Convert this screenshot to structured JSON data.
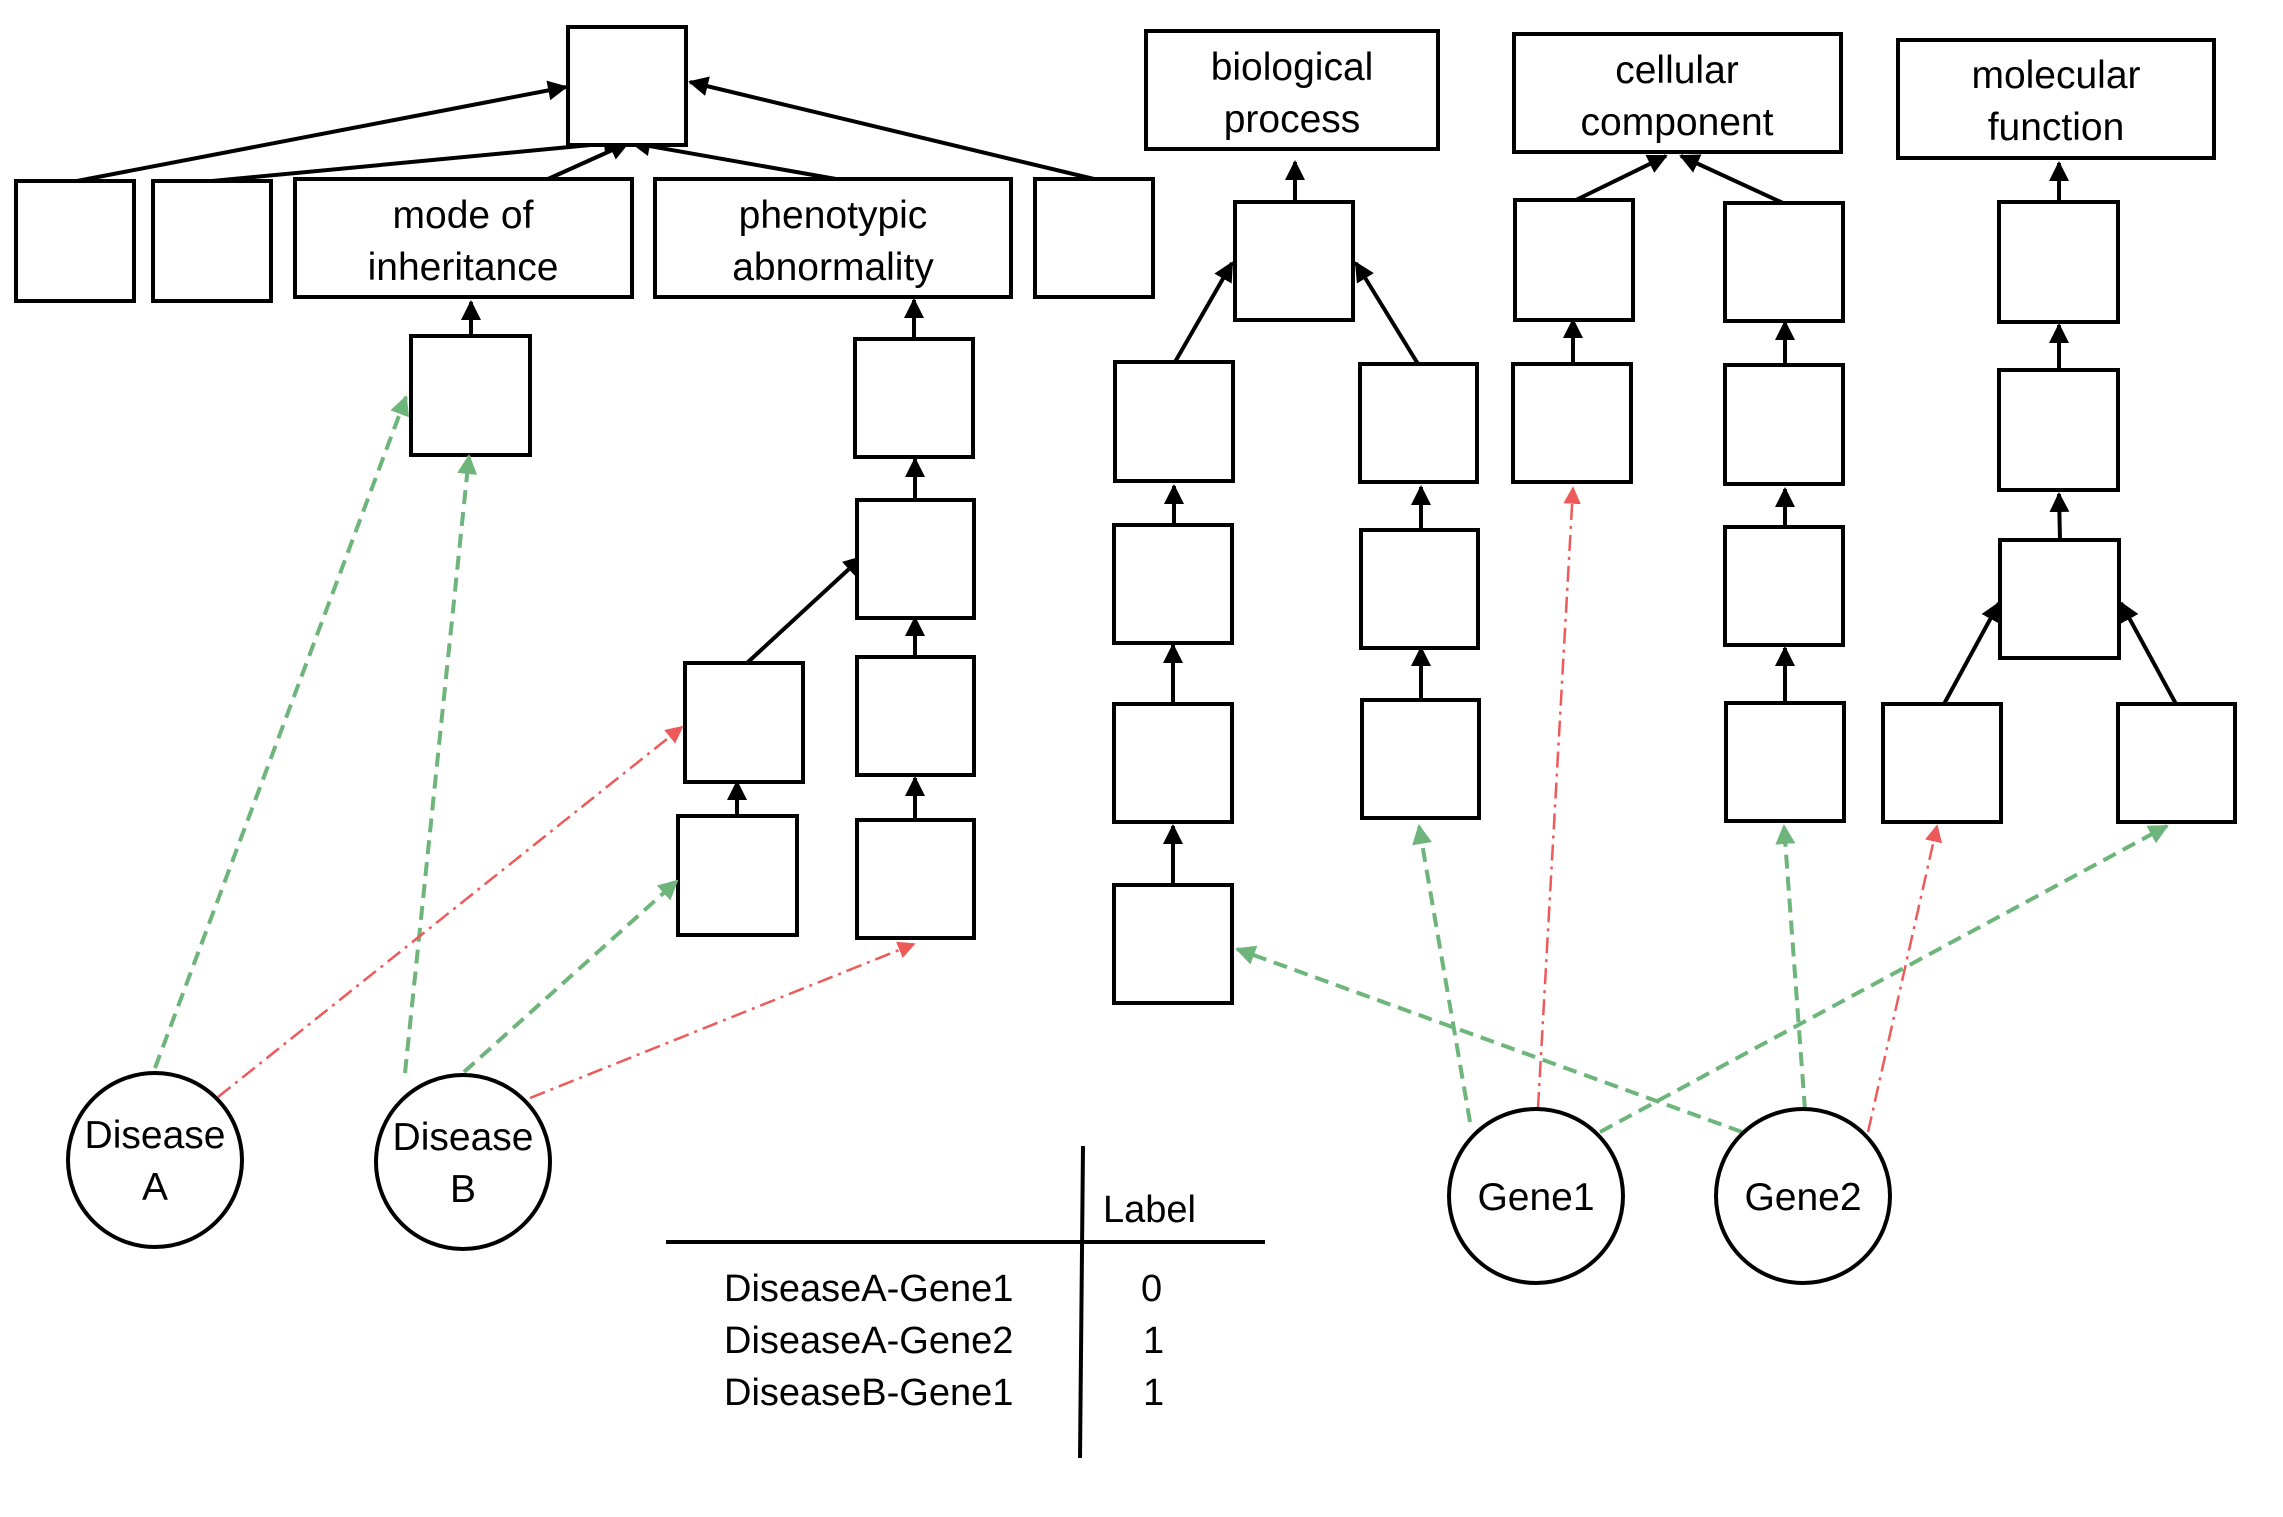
{
  "ontology_labels": {
    "mode_of_inheritance": [
      "mode of",
      "inheritance"
    ],
    "phenotypic_abnormality": [
      "phenotypic",
      "abnormality"
    ],
    "biological_process": [
      "biological",
      "process"
    ],
    "cellular_component": [
      "cellular",
      "component"
    ],
    "molecular_function": [
      "molecular",
      "function"
    ]
  },
  "entities": {
    "disease_a": [
      "Disease",
      "A"
    ],
    "disease_b": [
      "Disease",
      "B"
    ],
    "gene1": "Gene1",
    "gene2": "Gene2"
  },
  "label_table": {
    "header": "Label",
    "rows": [
      {
        "pair": "DiseaseA-Gene1",
        "label": "0"
      },
      {
        "pair": "DiseaseA-Gene2",
        "label": "1"
      },
      {
        "pair": "DiseaseB-Gene1",
        "label": "1"
      }
    ]
  },
  "colors": {
    "positive_link": "#6db57a",
    "negative_link": "#ee5a5a",
    "ontology_edge": "#000000"
  }
}
